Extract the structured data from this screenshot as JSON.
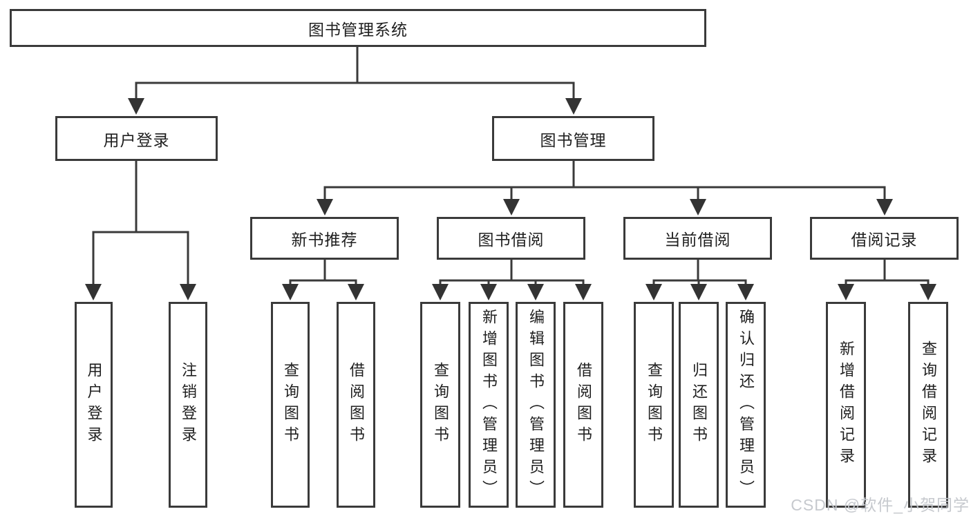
{
  "nodes": {
    "root": "图书管理系统",
    "login": "用户登录",
    "mgmt": "图书管理",
    "login_c1": "用户登录",
    "login_c2": "注销登录",
    "rec": "新书推荐",
    "borrow": "图书借阅",
    "current": "当前借阅",
    "records": "借阅记录",
    "rec_c1": "查询图书",
    "rec_c2": "借阅图书",
    "borrow_c1": "查询图书",
    "borrow_c2": "新增图书（管理员）",
    "borrow_c3": "编辑图书（管理员）",
    "borrow_c4": "借阅图书",
    "current_c1": "查询图书",
    "current_c2": "归还图书",
    "current_c3": "确认归还（管理员）",
    "records_c1": "新增借阅记录",
    "records_c2": "查询借阅记录"
  },
  "colors": {
    "line": "#3a3a3a",
    "text": "#1f1f1f",
    "background": "#ffffff",
    "watermark": "#c3c6cb"
  },
  "watermark": "CSDN @软件_小贺同学"
}
